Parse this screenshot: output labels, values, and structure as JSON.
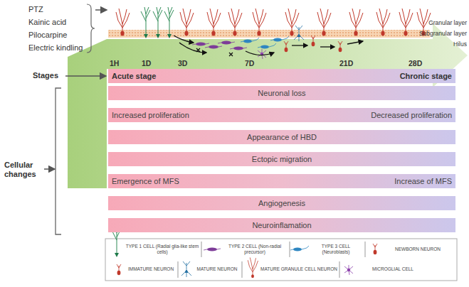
{
  "diagram": {
    "nodes": [
      {
        "text": [
          "Acute stage",
          "Chronic stage"
        ]
      },
      {
        "text": [
          "Neuronal loss"
        ]
      },
      {
        "text": [
          "Increased proliferation",
          "Decreased proliferation"
        ]
      },
      {
        "text": [
          "Appearance of HBD"
        ]
      },
      {
        "text": [
          "Ectopic migration"
        ]
      },
      {
        "text": [
          "Emergence of MFS",
          "Increase of MFS"
        ]
      },
      {
        "text": [
          "Angiogenesis"
        ]
      },
      {
        "text": [
          "Neuroinflamation"
        ]
      }
    ],
    "labels": [
      "PTZ",
      "Kainic acid",
      "Pilocarpine",
      "Electric kindling",
      "Granular layer",
      "Subgranular layer",
      "Hilus",
      "1H",
      "1D",
      "3D",
      "7D",
      "21D",
      "28D",
      "Stages",
      "Cellular changes"
    ],
    "legend": [
      {
        "text": "TYPE 1 CELL (Radial glia-like stem cells)"
      },
      {
        "text": "TYPE 2 CELL (Non-radial precursor)"
      },
      {
        "text": "TYPE 3 CELL (Neuroblasts)"
      },
      {
        "text": "NEWBORN NEURON"
      },
      {
        "text": "IMMATURE NEURON"
      },
      {
        "text": "MATURE NEURON"
      },
      {
        "text": "MATURE GRANULE CELL NEURON"
      },
      {
        "text": "MICROGLIAL CELL"
      }
    ]
  }
}
